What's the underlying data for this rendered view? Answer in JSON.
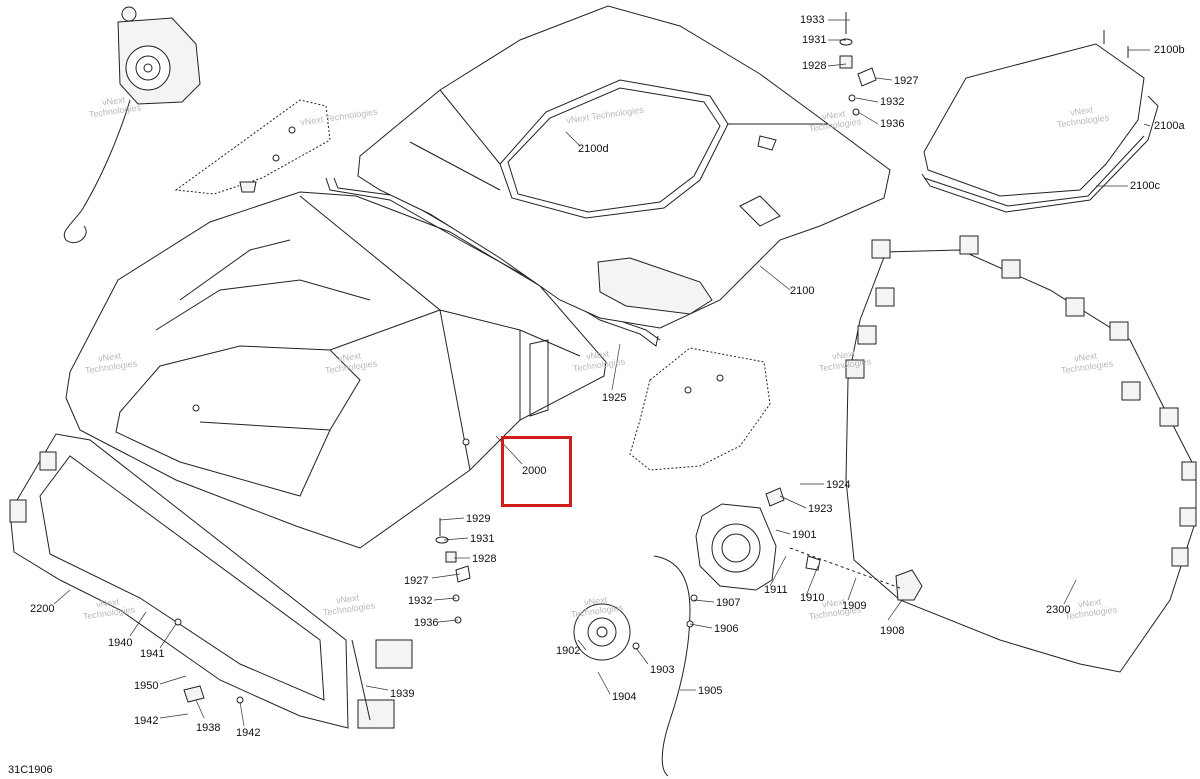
{
  "diagram_ref": "31C1906",
  "highlight_color": "#d11a1a",
  "watermark": {
    "line1": "vNext",
    "line2": "Technologies",
    "single": "vNext Technologies"
  },
  "callouts": {
    "c1933": "1933",
    "c1931a": "1931",
    "c1928a": "1928",
    "c1927a": "1927",
    "c1932a": "1932",
    "c1936a": "1936",
    "c2100b": "2100b",
    "c2100a": "2100a",
    "c2100c": "2100c",
    "c2100d": "2100d",
    "c2100": "2100",
    "c1925": "1925",
    "c2000": "2000",
    "c1924": "1924",
    "c1923": "1923",
    "c1901": "1901",
    "c1911": "1911",
    "c1910": "1910",
    "c1909": "1909",
    "c1908": "1908",
    "c2300": "2300",
    "c1929": "1929",
    "c1931b": "1931",
    "c1928b": "1928",
    "c1927b": "1927",
    "c1932b": "1932",
    "c1936b": "1936",
    "c2200": "2200",
    "c1940": "1940",
    "c1941": "1941",
    "c1950": "1950",
    "c1942a": "1942",
    "c1938": "1938",
    "c1942b": "1942",
    "c1939": "1939",
    "c1907": "1907",
    "c1906": "1906",
    "c1902": "1902",
    "c1903": "1903",
    "c1904": "1904",
    "c1905": "1905"
  }
}
